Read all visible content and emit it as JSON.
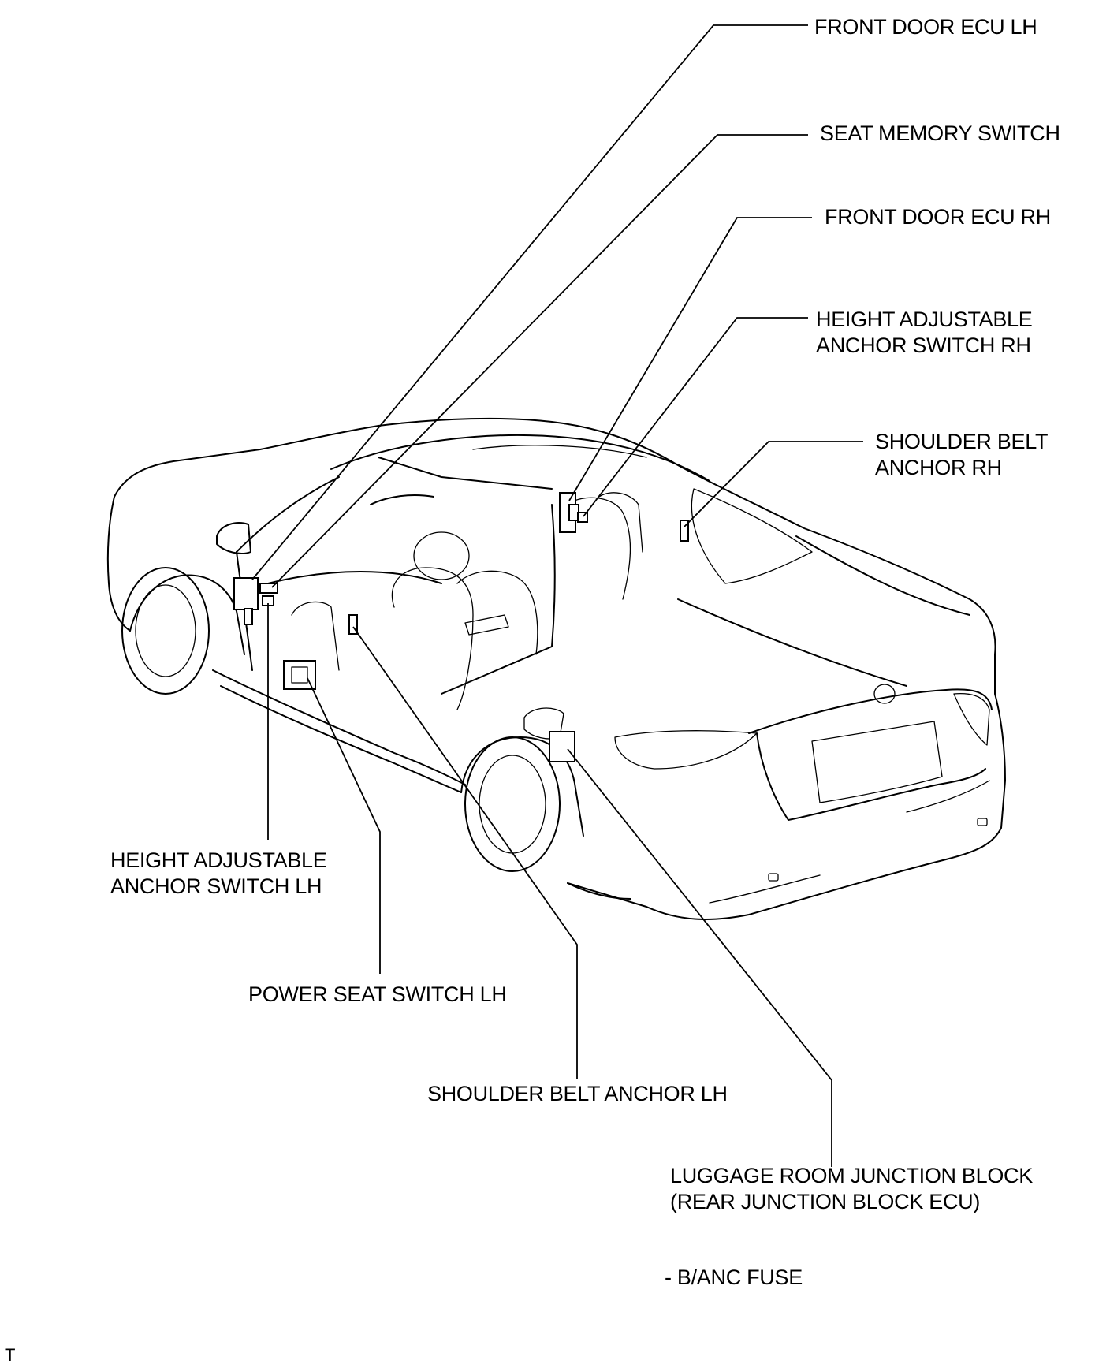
{
  "labels": {
    "front_door_ecu_lh": "FRONT DOOR ECU LH",
    "seat_memory_switch": "SEAT MEMORY SWITCH",
    "front_door_ecu_rh": "FRONT DOOR ECU RH",
    "height_adjustable_anchor_switch_rh": [
      "HEIGHT ADJUSTABLE",
      "ANCHOR SWITCH RH"
    ],
    "shoulder_belt_anchor_rh": [
      "SHOULDER BELT",
      "ANCHOR RH"
    ],
    "height_adjustable_anchor_switch_lh": [
      "HEIGHT ADJUSTABLE",
      "ANCHOR SWITCH LH"
    ],
    "power_seat_switch_lh": "POWER SEAT SWITCH LH",
    "shoulder_belt_anchor_lh": "SHOULDER BELT ANCHOR LH",
    "luggage_room_junction_block": [
      "LUGGAGE ROOM JUNCTION BLOCK",
      "(REAR JUNCTION BLOCK ECU)"
    ],
    "fuse_note": "- B/ANC FUSE",
    "corner_mark": "T"
  }
}
